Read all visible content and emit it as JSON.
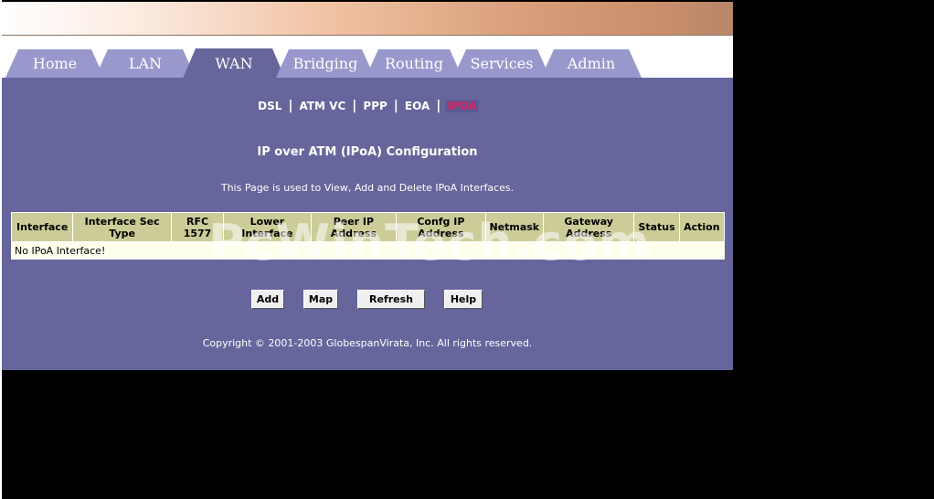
{
  "tabs": [
    {
      "label": "Home",
      "active": false
    },
    {
      "label": "LAN",
      "active": false
    },
    {
      "label": "WAN",
      "active": true
    },
    {
      "label": "Bridging",
      "active": false
    },
    {
      "label": "Routing",
      "active": false
    },
    {
      "label": "Services",
      "active": false
    },
    {
      "label": "Admin",
      "active": false
    }
  ],
  "subnav": {
    "items": [
      "DSL",
      "ATM VC",
      "PPP",
      "EOA",
      "IPOA"
    ],
    "separator": "|",
    "current": "IPOA"
  },
  "page": {
    "title": "IP over ATM (IPoA) Configuration",
    "description": "This Page is used to View, Add and Delete IPoA Interfaces."
  },
  "table": {
    "headers": [
      {
        "line1": "Interface",
        "line2": ""
      },
      {
        "line1": "Interface Sec",
        "line2": "Type"
      },
      {
        "line1": "RFC",
        "line2": "1577"
      },
      {
        "line1": "Lower",
        "line2": "Interface"
      },
      {
        "line1": "Peer IP",
        "line2": "Address"
      },
      {
        "line1": "Confg IP",
        "line2": "Address"
      },
      {
        "line1": "Netmask",
        "line2": ""
      },
      {
        "line1": "Gateway",
        "line2": "Address"
      },
      {
        "line1": "Status",
        "line2": ""
      },
      {
        "line1": "Action",
        "line2": ""
      }
    ],
    "empty_message": "No IPoA Interface!"
  },
  "buttons": {
    "add": "Add",
    "map": "Map",
    "refresh": "Refresh",
    "help": "Help"
  },
  "watermark": "PcWinTech.com",
  "copyright": "Copyright © 2001-2003 GlobespanVirata, Inc. All rights reserved.",
  "colors": {
    "panel": "#66669c",
    "tab": "#9898cc",
    "table_header": "#cccc99",
    "current_link": "#e0205c"
  }
}
